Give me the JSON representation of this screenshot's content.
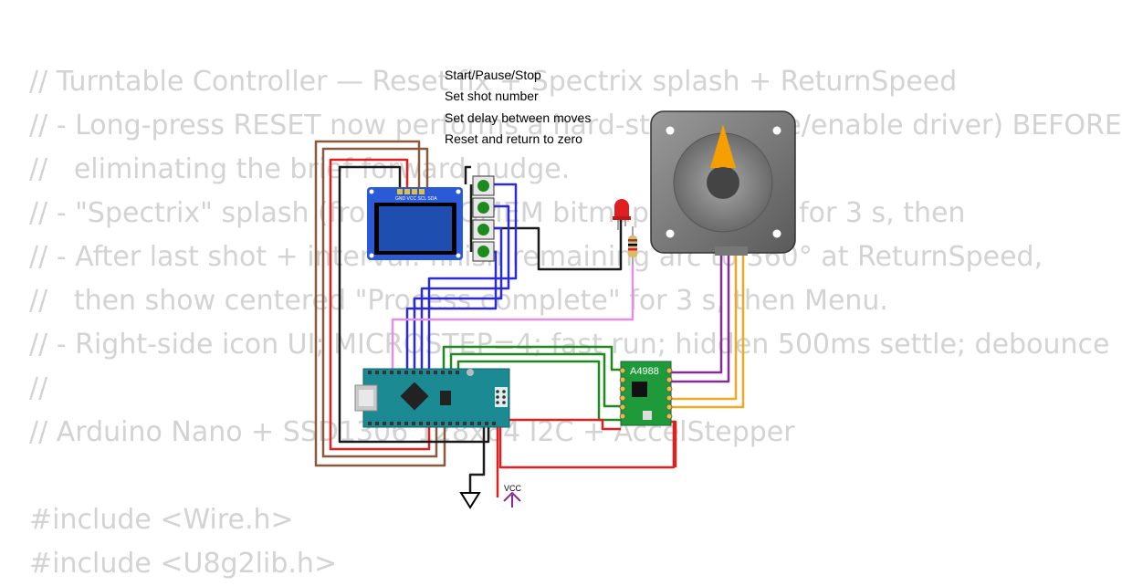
{
  "code_lines": [
    "// Turntable Controller — Reset fix + Spectrix splash + ReturnSpeed",
    "// - Long-press RESET now performs a hard-stop (disable/enable driver) BEFORE",
    "//   eliminating the brief forward nudge.",
    "// - \"Spectrix\" splash (from PROGMEM bitmap) centered for 3 s, then",
    "// - After last shot + interval: finish remaining arc to 360° at ReturnSpeed,",
    "//   then show centered \"Process complete\" for 3 s, then Menu.",
    "// - Right-side icon UI; MICROSTEP=4; fast run; hidden 500ms settle; debounce",
    "//",
    "// Arduino Nano + SSD1306 128x64 I2C + AccelStepper",
    "",
    "#include <Wire.h>",
    "#include <U8g2lib.h>"
  ],
  "button_labels": [
    "Start/Pause/Stop",
    "Set shot number",
    "Set delay between moves",
    "Reset and return to zero"
  ],
  "driver_label": "A4988",
  "vcc_label": "VCC",
  "oled_pins": "GND VCC SCL SDA",
  "colors": {
    "code_text": "#d3d3d3",
    "wire_black": "#1a1a1a",
    "wire_red": "#e02020",
    "wire_brown": "#8b5a3c",
    "wire_blue": "#2a2ad6",
    "wire_green": "#1e8a1e",
    "wire_pink": "#e58ee5",
    "wire_purple": "#8a2a9a",
    "wire_orange": "#f0a820",
    "board_teal": "#1b8a93",
    "driver_green": "#1f9a3a",
    "oled_blue": "#2a5ad6",
    "motor_grey": "#8a8a8a",
    "pointer_orange": "#f5a000"
  }
}
